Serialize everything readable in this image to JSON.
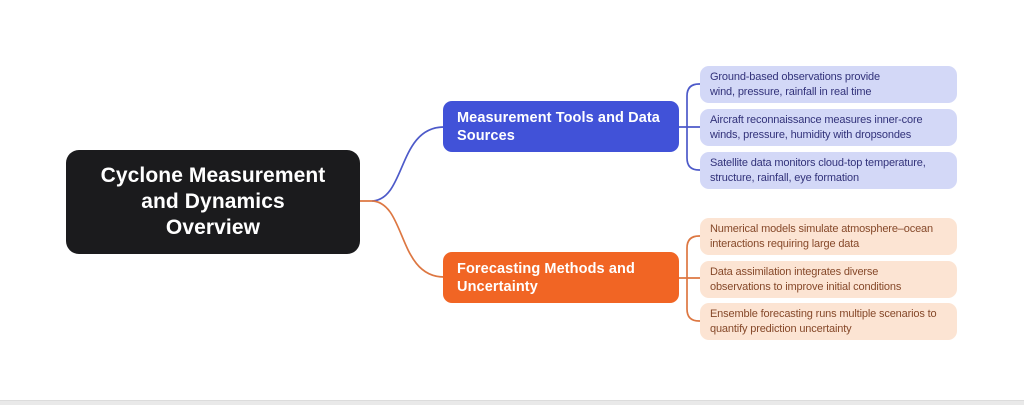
{
  "root": {
    "title": "Cyclone Measurement\nand Dynamics\nOverview"
  },
  "branches": [
    {
      "label": "Measurement Tools and Data\nSources",
      "leaves": [
        {
          "text": "Ground-based observations provide\nwind, pressure, rainfall in real time"
        },
        {
          "text": "Aircraft reconnaissance measures inner-core\nwinds, pressure, humidity with dropsondes"
        },
        {
          "text": "Satellite data monitors cloud-top temperature,\nstructure, rainfall, eye formation"
        }
      ]
    },
    {
      "label": "Forecasting Methods and\nUncertainty",
      "leaves": [
        {
          "text": "Numerical models simulate atmosphere–ocean\ninteractions requiring large data"
        },
        {
          "text": "Data assimilation integrates diverse\nobservations to improve initial conditions"
        },
        {
          "text": "Ensemble forecasting runs multiple scenarios to\nquantify prediction uncertainty"
        }
      ]
    }
  ],
  "colors": {
    "background": "#ffffff",
    "root_fill": "#1b1b1d",
    "root_text": "#ffffff",
    "branch1_fill": "#4152d8",
    "branch2_fill": "#f16524",
    "branch_text": "#ffffff",
    "leaf1_fill": "#d3d8f7",
    "leaf1_text": "#32327a",
    "leaf2_fill": "#fce4d3",
    "leaf2_text": "#86492a",
    "connector_blue": "#4d5ac9",
    "connector_orange": "#dd7742",
    "footer_strip": "#e9e9e9"
  }
}
